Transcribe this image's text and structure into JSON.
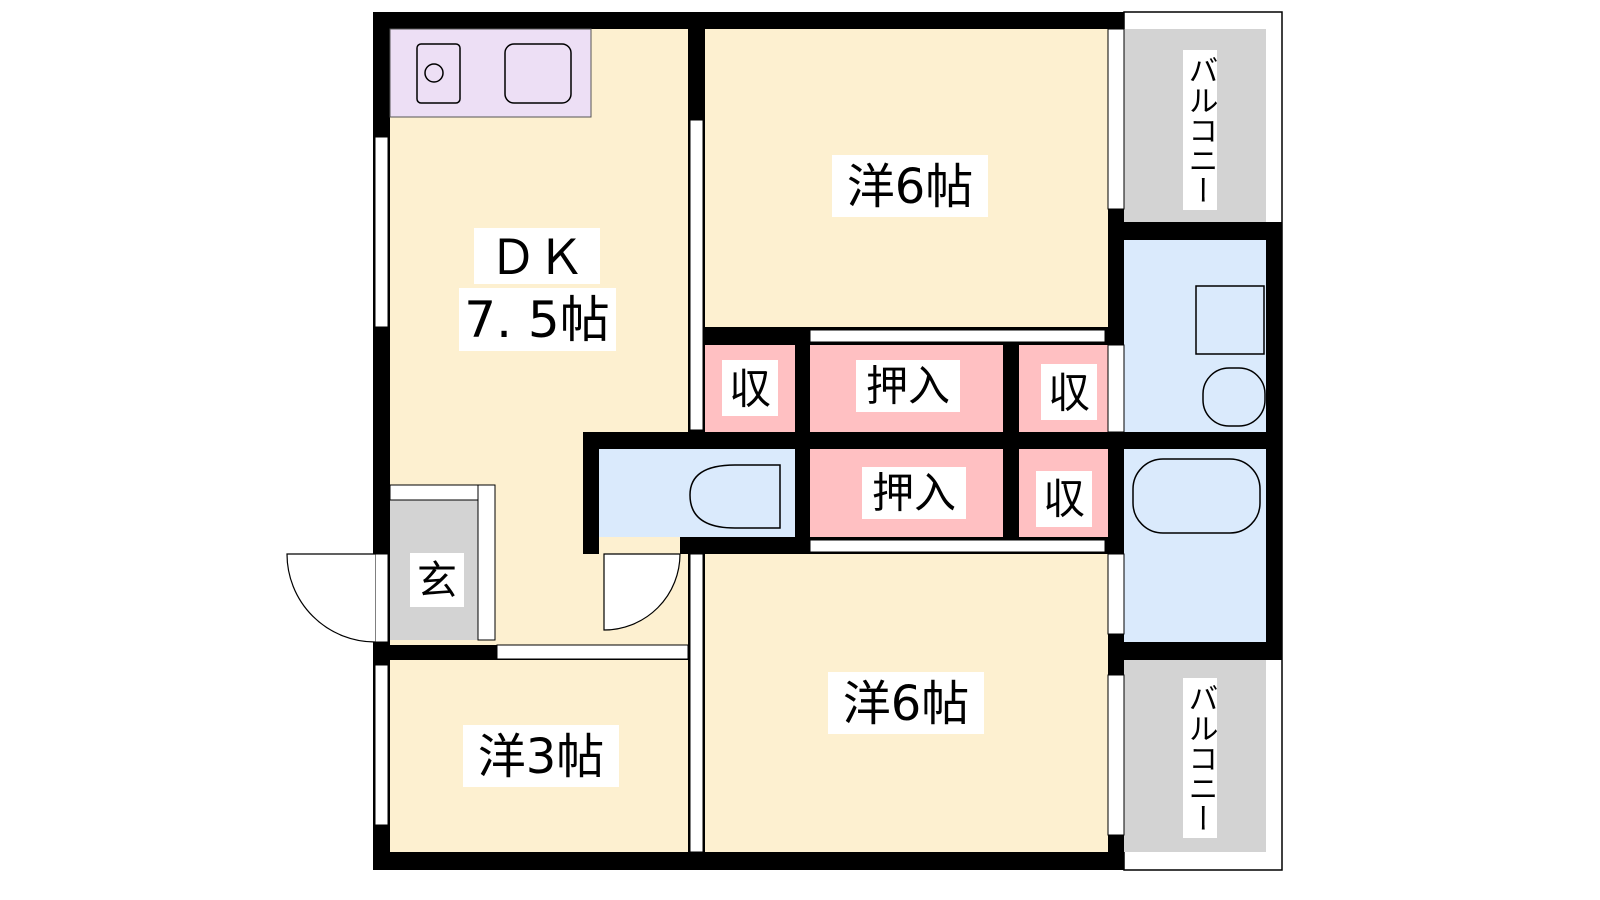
{
  "colors": {
    "living": "#FDF0D0",
    "storage": "#FFC0C2",
    "wet": "#DAEAFC",
    "outdoor": "#D3D3D3",
    "kitchen": "#EDDFF5",
    "wall": "#000000"
  },
  "rooms": {
    "dk": {
      "line1": "ＤＫ",
      "line2": "7. 5帖"
    },
    "western_top": {
      "label": "洋6帖"
    },
    "western_bottom": {
      "label": "洋6帖"
    },
    "western_small": {
      "label": "洋3帖"
    },
    "storage_left_top": {
      "label": "収"
    },
    "closet_top": {
      "label": "押入"
    },
    "storage_right_top": {
      "label": "収"
    },
    "closet_bottom": {
      "label": "押入"
    },
    "storage_right_bottom": {
      "label": "収"
    },
    "entrance": {
      "label": "玄"
    },
    "balcony_top": {
      "label": "バルコニー"
    },
    "balcony_bottom": {
      "label": "バルコニー"
    }
  }
}
